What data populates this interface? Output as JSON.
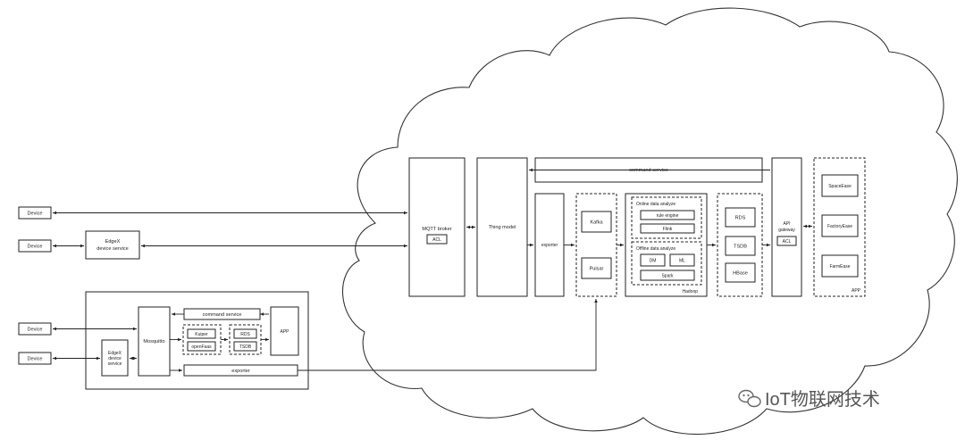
{
  "devices": {
    "d1": "Device",
    "d2": "Device",
    "d3": "Device",
    "d4": "Device"
  },
  "edge_top": {
    "edgex_line1": "EdgeX",
    "edgex_line2": "device service"
  },
  "edge_box": {
    "mosquitto": "Mosquitto",
    "edgex_line1": "EdgeX",
    "edgex_line2": "device",
    "edgex_line3": "service",
    "command_service": "command service",
    "kuiper": "Kuiper",
    "openfaas": "openFaas",
    "rds": "RDS",
    "tsdb": "TSDB",
    "app": "APP",
    "exporter": "exporter"
  },
  "cloud": {
    "mqtt_broker": "MQTT broker",
    "acl": "ACL",
    "thing_model": "Thing  model",
    "command_service": "command service",
    "exporter": "exporter",
    "kafka": "Kafka",
    "pulsar": "Pulsar",
    "online_title": "Online data analyze",
    "rule_engine": "rule engine",
    "flink": "Flink",
    "offline_title": "Offline data analyze",
    "dm": "DM",
    "ml": "ML",
    "spark": "Spark",
    "hadoop": "Hadoop",
    "rds": "RDS",
    "tsdb": "TSDB",
    "hbase": "HBase",
    "api_gateway_line1": "API",
    "api_gateway_line2": "gateway",
    "api_acl": "ACL",
    "space_ease": "SpaceEase",
    "factory_ease": "FactoryEase",
    "farm_ease": "FarmEase",
    "app": "APP"
  },
  "watermark": "IoT物联网技术"
}
